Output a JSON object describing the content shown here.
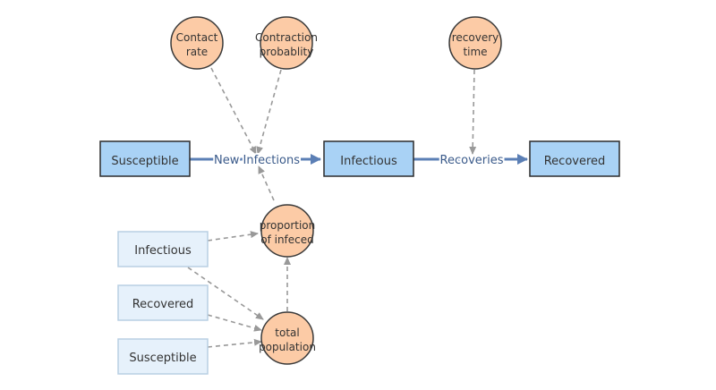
{
  "stocks": {
    "susceptible": "Susceptible",
    "infectious": "Infectious",
    "recovered": "Recovered"
  },
  "flows": {
    "new_infections": "New Infections",
    "recoveries": "Recoveries"
  },
  "variables": {
    "contact_rate": [
      "Contact",
      "rate"
    ],
    "contraction_probability": [
      "Contraction",
      "probablity"
    ],
    "recovery_time": [
      "recovery",
      "time"
    ],
    "proportion_infected": [
      "proportion",
      "of infeced"
    ],
    "total_population": [
      "total",
      "population"
    ]
  },
  "ghosts": {
    "infectious": "Infectious",
    "recovered": "Recovered",
    "susceptible": "Susceptible"
  },
  "colors": {
    "stock_fill": "#a9d2f5",
    "stock_border": "#2b2b2b",
    "flow_line": "#5b7fb5",
    "variable_fill": "#fccba6",
    "variable_border": "#3a3a3a",
    "ghost_fill": "#e6f1fb",
    "ghost_border": "#b8cfe3",
    "link": "#999999"
  }
}
